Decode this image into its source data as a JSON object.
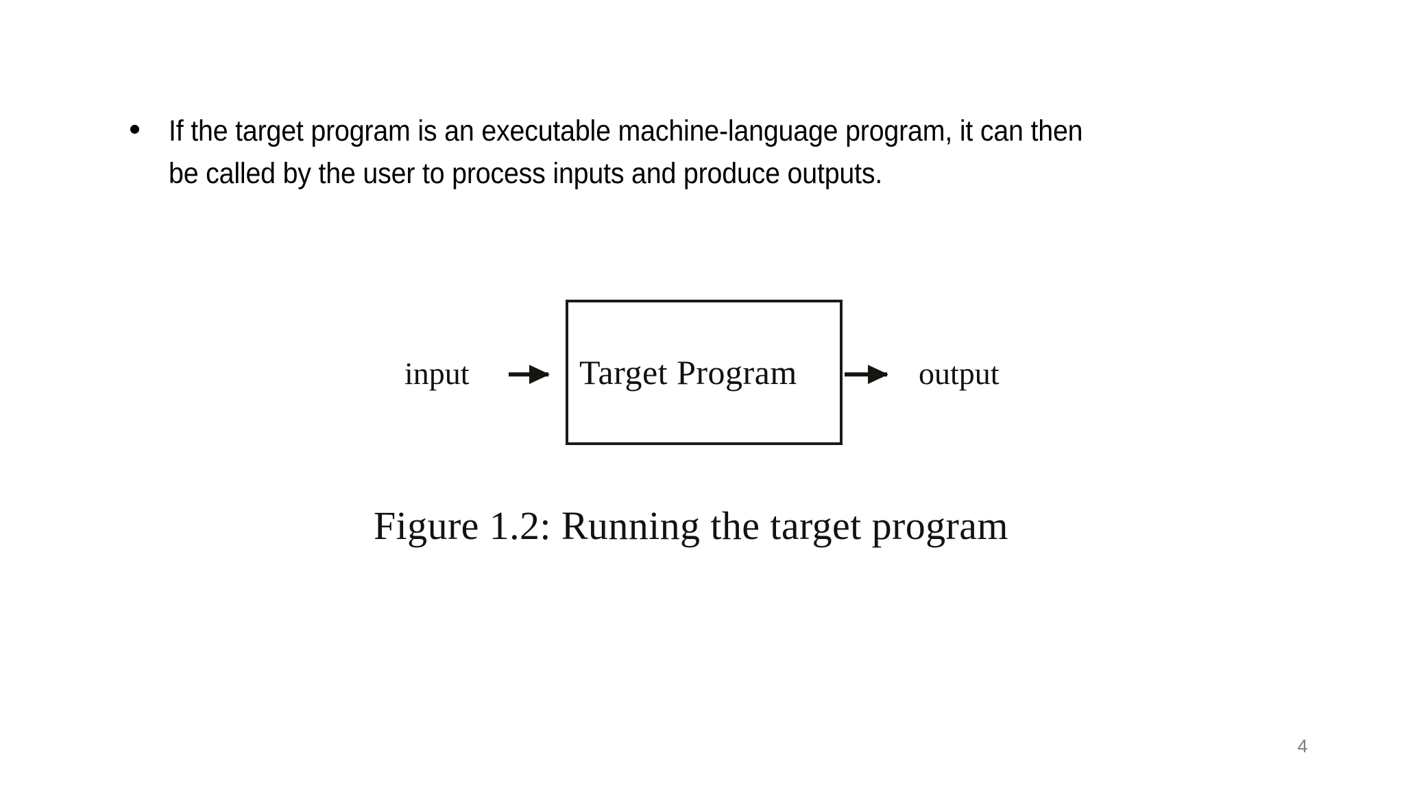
{
  "slide": {
    "background_color": "#ffffff",
    "page_number": "4",
    "page_number_color": "#7f7f7f"
  },
  "body": {
    "bullets": [
      {
        "marker": "•",
        "lines": [
          "If the target program is an executable machine-language program, it can then",
          "be called by the user to process inputs and produce outputs."
        ]
      }
    ]
  },
  "figure": {
    "caption": "Figure 1.2:  Running the target program",
    "box_label": "Target Program",
    "input_label": "input",
    "output_label": "output",
    "input_arrow_icon": "arrow-right-icon",
    "output_arrow_icon": "arrow-right-icon",
    "line_color": "#16150f"
  }
}
